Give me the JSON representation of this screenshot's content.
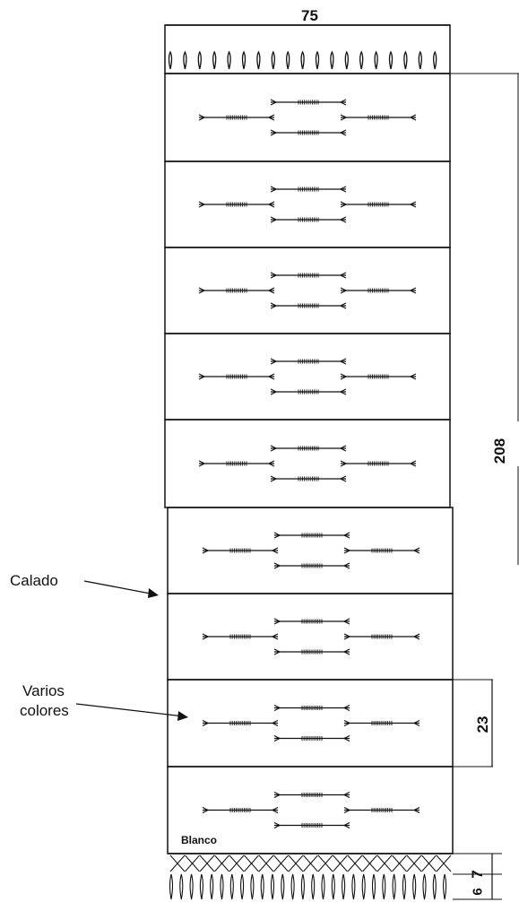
{
  "labels": {
    "calado": "Calado",
    "varios_colores_line1": "Varios",
    "varios_colores_line2": "colores",
    "blanco": "Blanco"
  },
  "dimensions": {
    "width": "75",
    "total_length": "208",
    "panel_height": "23",
    "fringe_knotted": "7",
    "fringe_tassel": "6"
  },
  "panel_count": 9,
  "stroke_color": "#111111",
  "icons": {
    "tassel": "tassel-icon",
    "stitch": "stitch-motif-icon",
    "arrow": "arrow-icon"
  }
}
